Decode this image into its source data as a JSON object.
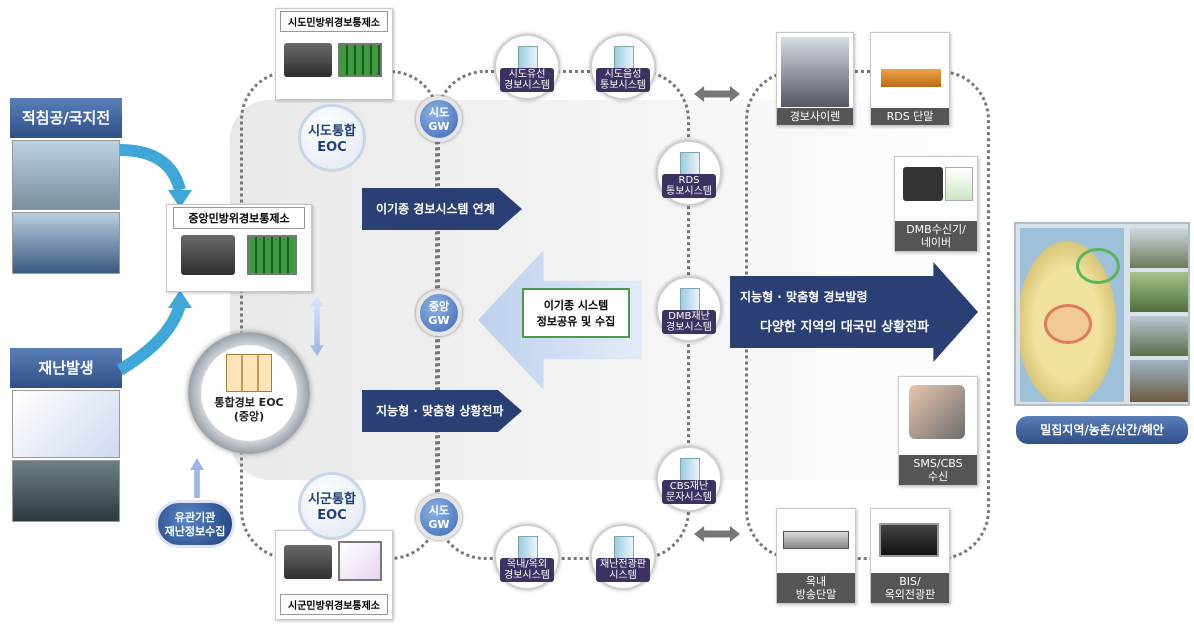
{
  "left": {
    "attack_title": "적침공/국지전",
    "disaster_title": "재난발생",
    "central_center_title": "중앙민방위경보통제소",
    "integrated_eoc": "통합경보 EOC\n(중앙)",
    "related_agencies": "유관기관\n재난정보수집"
  },
  "top_center_title": "시도민방위경보통제소",
  "bottom_center_title": "시군민방위경보통제소",
  "eoc": {
    "sido": "시도통합\nEOC",
    "sigun": "시군통합\nEOC"
  },
  "gateways": {
    "top": "시도\nGW",
    "middle": "중앙\nGW",
    "bottom": "시도\nGW"
  },
  "systems": {
    "top1": "시도유선\n경보시스템",
    "top2": "시도음성\n통보시스템",
    "rds": "RDS\n통보시스템",
    "dmb": "DMB재난\n경보시스템",
    "cbs": "CBS재난\n문자시스템",
    "bottom1": "옥내/옥외\n경보시스템",
    "bottom2": "재난전광판\n시스템"
  },
  "arrows": {
    "linkage": "이기종 경보시스템 연계",
    "info_share": "이기종 시스템\n정보공유 및 수집",
    "propagation": "지능형 · 맞춤형 상황전파",
    "big_line1": "지능형 · 맞춤형 경보발령",
    "big_line2": "다양한 지역의 대국민 상황전파"
  },
  "terminals": {
    "siren": "경보사이렌",
    "rds": "RDS 단말",
    "dmb": "DMB수신기/\n네이버",
    "sms": "SMS/CBS\n수신",
    "indoor": "옥내\n방송단말",
    "bis": "BIS/\n옥외전광판"
  },
  "right_caption": "밀집지역/농촌/산간/해안",
  "colors": {
    "navy": "#2a3f73",
    "purple_label": "#3d3161",
    "light_arrow": "#c9d7f0"
  }
}
